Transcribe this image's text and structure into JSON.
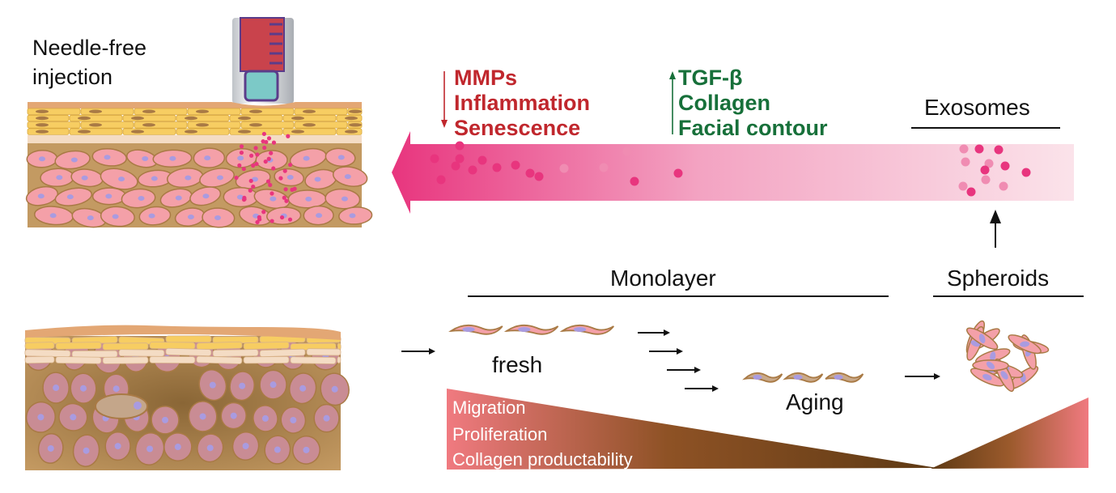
{
  "injection": {
    "title_line1": "Needle-free",
    "title_line2": "injection",
    "device_icon": "injector-pen-icon"
  },
  "decreased": {
    "direction": "down",
    "items": [
      "MMPs",
      "Inflammation",
      "Senescence"
    ],
    "color": "#c0272d"
  },
  "increased": {
    "direction": "up",
    "items": [
      "TGF-β",
      "Collagen",
      "Facial contour"
    ],
    "color": "#17703a"
  },
  "exosomes": {
    "label": "Exosomes",
    "arrow_gradient": [
      "#e8357e",
      "#fbe3ea"
    ]
  },
  "spheroids": {
    "label": "Spheroids"
  },
  "monolayer": {
    "label": "Monolayer",
    "fresh_label": "fresh",
    "aging_label": "Aging"
  },
  "capabilities": {
    "items": [
      "Migration",
      "Proliferation",
      "Collagen productability"
    ],
    "gradient": [
      "#f07a80",
      "#6b4318"
    ]
  },
  "colors": {
    "skin_pink": "#f4a0a8",
    "skin_aged": "#c98c94",
    "dermis_brown": "#c39a62",
    "membrane": "#a97a45",
    "nucleus": "#a99be0",
    "keratin": "#f7cd62",
    "particle": "#e8357e",
    "particle_light": "#f08cb2"
  }
}
